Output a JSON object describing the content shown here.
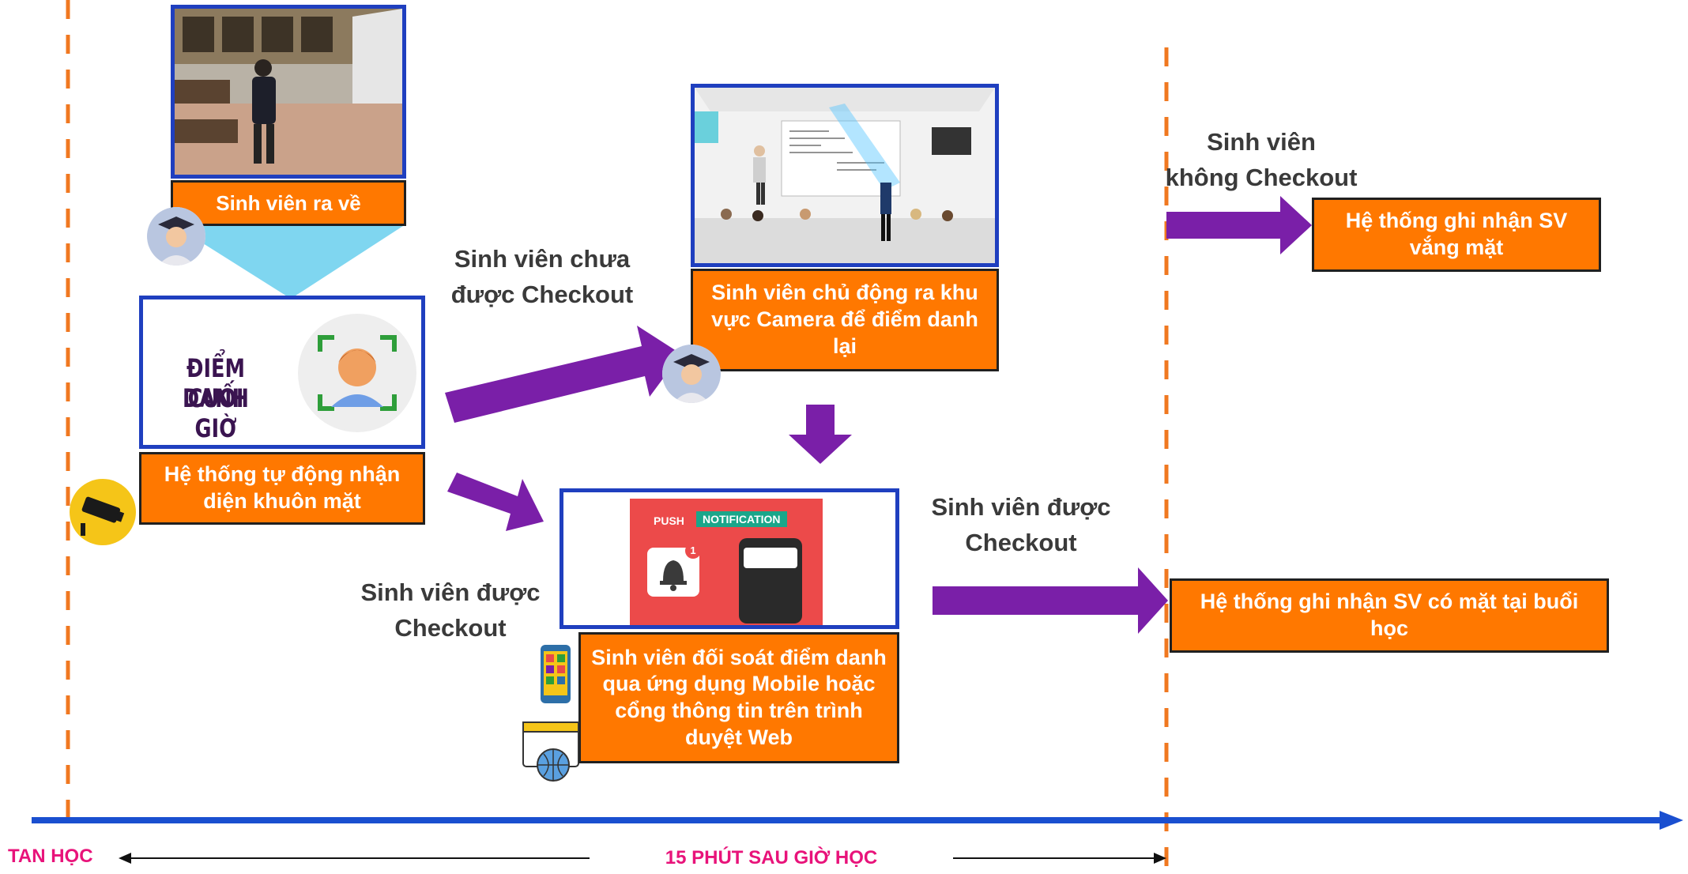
{
  "colors": {
    "orange": "#FF7800",
    "blue_frame": "#1f3fbf",
    "purple_arrow": "#7a1fa8",
    "timeline": "#1a4fd0",
    "dashed_line": "#F07820",
    "pink_label": "#e8137a"
  },
  "boxes": {
    "student_leaves": "Sinh viên ra về",
    "auto_face": "Hệ thống tự động nhận diện khuôn mặt",
    "camera_recheck": "Sinh viên chủ động ra khu vực Camera để điểm danh lại",
    "mobile_web": "Sinh viên đối soát điểm danh qua ứng dụng Mobile hoặc cổng thông tin trên trình duyệt Web",
    "absent": "Hệ thống ghi nhận SV vắng mặt",
    "present": "Hệ thống ghi nhận SV có mặt tại buổi học"
  },
  "face_panel": {
    "line1": "ĐIỂM DANH",
    "line2": "CUỐI GIỜ"
  },
  "labels": {
    "not_checked_out_1": "Sinh viên chưa",
    "not_checked_out_2": "được Checkout",
    "checked_out_a_1": "Sinh viên được",
    "checked_out_a_2": "Checkout",
    "checked_out_b_1": "Sinh viên được",
    "checked_out_b_2": "Checkout",
    "no_checkout_1": "Sinh viên",
    "no_checkout_2": "không Checkout"
  },
  "notification": {
    "push": "PUSH",
    "notification": "NOTIFICATION",
    "badge_count": "1"
  },
  "timeline": {
    "left_label": "TAN HỌC",
    "center_label": "15 PHÚT SAU GIỜ HỌC"
  },
  "icons": [
    "graduate-avatar-icon",
    "cctv-camera-icon",
    "face-scan-icon",
    "bell-icon",
    "phone-icon",
    "mobile-app-icon",
    "web-browser-icon"
  ]
}
